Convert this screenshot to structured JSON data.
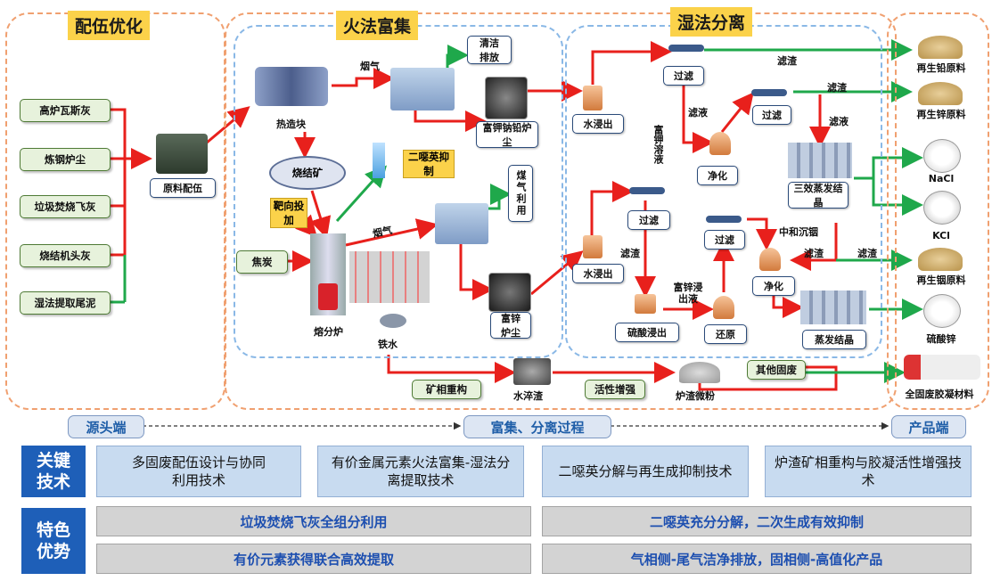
{
  "sections": {
    "s1": "配伍优化",
    "s2": "火法富集",
    "s3": "湿法分离"
  },
  "inputs": [
    "高炉瓦斯灰",
    "炼钢炉尘",
    "垃圾焚烧飞灰",
    "烧结机头灰",
    "湿法提取尾泥"
  ],
  "labels": {
    "batching": "原料配伍",
    "briquette": "热造块",
    "sinter": "烧结矿",
    "dioxin": "二噁英抑制",
    "targeted": "靶向投加",
    "coke": "焦炭",
    "smelter": "熔分炉",
    "hot_metal": "铁水",
    "flue1": "烟气",
    "flue2": "烟气",
    "clean": "清洁排放",
    "gas_use": "煤气利用",
    "kpb_dust": "富钾钠铅炉尘",
    "zn_dust": "富锌炉尘",
    "mineral": "矿相重构",
    "water_slag": "水淬渣",
    "activity": "活性增强",
    "slag_powder": "炉渣微粉",
    "other_waste": "其他固废",
    "leach1": "水浸出",
    "leach2": "水浸出",
    "filter1": "过滤",
    "filter2": "过滤",
    "filter3": "过滤",
    "filter4": "过滤",
    "residue1": "滤渣",
    "residue2": "滤渣",
    "residue3": "滤渣",
    "residue4": "滤渣",
    "filtrate1": "滤液",
    "filtrate2": "滤液",
    "k_solution": "富钾溶液",
    "purify1": "净化",
    "purify2": "净化",
    "evap3": "三效蒸发结晶",
    "neutral": "中和沉铟",
    "acid_leach": "硫酸浸出",
    "zn_leachate": "富锌浸出液",
    "reduce": "还原",
    "evap": "蒸发结晶"
  },
  "products": [
    "再生铅原料",
    "再生锌原料",
    "NaCl",
    "KCl",
    "再生铟原料",
    "硫酸锌",
    "全固废胶凝材料"
  ],
  "stages": {
    "source": "源头端",
    "process": "富集、分离过程",
    "product": "产品端"
  },
  "key_tech": {
    "head": "关键技术",
    "items": [
      "多固废配伍设计与协同利用技术",
      "有价金属元素火法富集-湿法分离提取技术",
      "二噁英分解与再生成抑制技术",
      "炉渣矿相重构与胶凝活性增强技术"
    ]
  },
  "advantages": {
    "head": "特色优势",
    "items": [
      "垃圾焚烧飞灰全组分利用",
      "二噁英充分分解，二次生成有效抑制",
      "有价元素获得联合高效提取",
      "气相侧-尾气洁净排放，固相侧-高值化产品"
    ]
  },
  "colors": {
    "flow_red": "#e8201c",
    "flow_green": "#1fa84b",
    "section_yellow": "#fbd24a",
    "head_blue": "#1e5fb8"
  }
}
